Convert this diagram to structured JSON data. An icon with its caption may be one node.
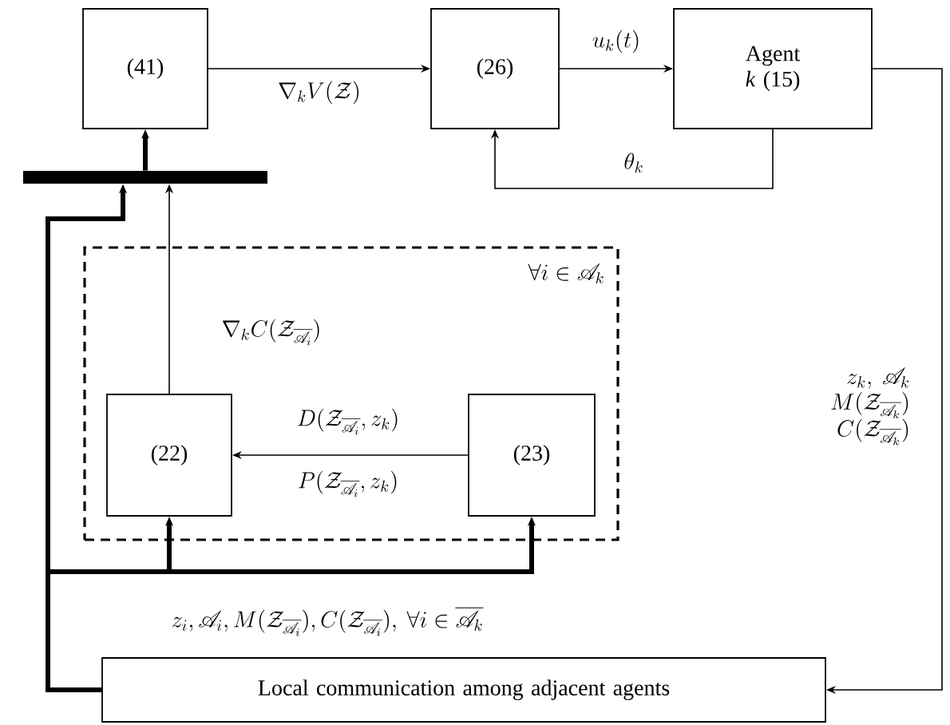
{
  "diagram": {
    "nodes": [
      {
        "text": [
          "(41)"
        ]
      },
      {
        "text": [
          "(26)"
        ]
      },
      {
        "text": [
          "Agent *k* (15)"
        ]
      },
      {
        "text": [
          "\\forall i \\in \\mathscr{A}_k"
        ]
      },
      {
        "text": [
          "(22)"
        ],
        "in": 3
      },
      {
        "text": [
          "(23)"
        ],
        "in": 3
      },
      {
        "text": [],
        "shape": "bar"
      },
      {
        "text": [
          "Local communication among adjacent agents"
        ]
      }
    ],
    "edges": [
      {
        "from": 0,
        "to": 1,
        "arrow": "to",
        "label": "\\nabla_k V(\\mathcal{Z})"
      },
      {
        "from": 1,
        "to": 2,
        "arrow": "to",
        "label": "u_k(t)"
      },
      {
        "from": 2,
        "to": 1,
        "arrow": "to",
        "label": "\\theta_k"
      },
      {
        "from": 6,
        "to": 0,
        "arrow": "to",
        "style": "thick"
      },
      {
        "from": 4,
        "to": 6,
        "arrow": "to",
        "label": "\\nabla_k C(\\mathcal{Z}_{\\overline{\\mathscr{A}_i}})"
      },
      {
        "from": 5,
        "to": 4,
        "arrow": "to",
        "label": "D(\\mathcal{Z}_{\\overline{\\mathscr{A}_i}}, z_k)"
      },
      {
        "from": 7,
        "to": 6,
        "arrow": "to",
        "style": "thick"
      },
      {
        "from": 7,
        "to": 4,
        "arrow": "to",
        "style": "thick"
      },
      {
        "from": 7,
        "to": 5,
        "arrow": "to",
        "style": "thick"
      },
      {
        "from": 2,
        "to": 7,
        "arrow": "to",
        "label": "\\begin{array}{r} z_k,\\ \\mathscr{A}_k \\\\ M(\\mathcal{Z}_{\\overline{\\mathscr{A}_k}}) \\\\ C(\\mathcal{Z}_{\\overline{\\mathscr{A}_k}}) \\end{array}"
      }
    ],
    "labels": [
      "P(\\mathcal{Z}_{\\overline{\\mathscr{A}_i}}, z_k)",
      "z_i, \\mathscr{A}_i, M(\\mathcal{Z}_{\\overline{\\mathscr{A}_i}}), C(\\mathcal{Z}_{\\overline{\\mathscr{A}_i}}),\\ \\forall i \\in \\overline{\\mathscr{A}_k}"
    ]
  }
}
